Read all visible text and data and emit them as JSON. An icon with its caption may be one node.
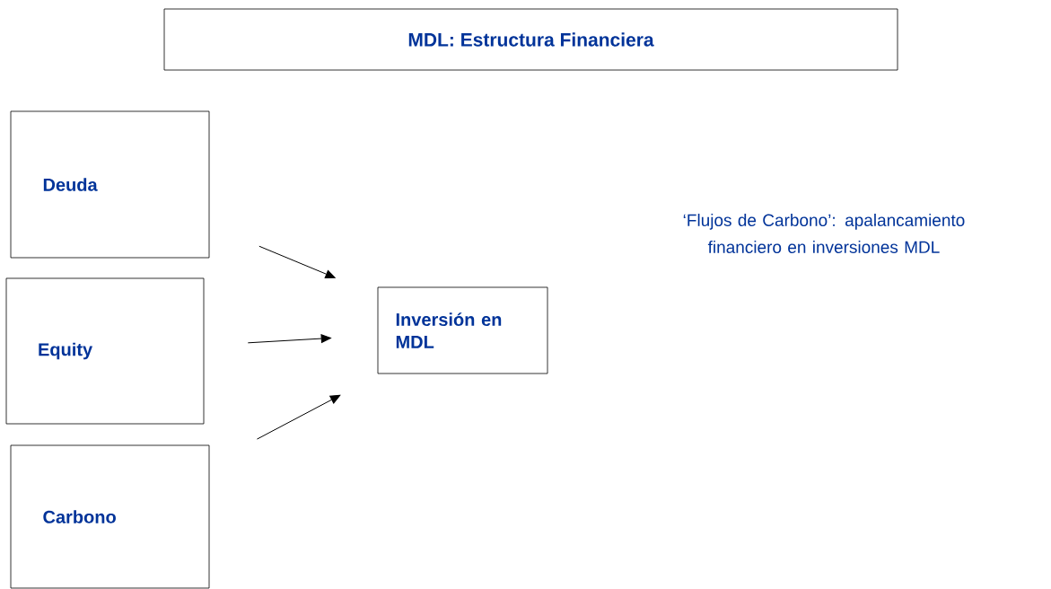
{
  "diagram": {
    "title": "MDL: Estructura Financiera",
    "nodes": [
      {
        "text": [
          "Deuda"
        ]
      },
      {
        "text": [
          "Equity"
        ]
      },
      {
        "text": [
          "Carbono"
        ]
      },
      {
        "text": [
          "Inversión en MDL"
        ]
      }
    ],
    "edges": [
      {
        "from": 0,
        "to": 3,
        "arrow": "to"
      },
      {
        "from": 1,
        "to": 3,
        "arrow": "to"
      },
      {
        "from": 2,
        "to": 3,
        "arrow": "to"
      }
    ],
    "labels": [
      "‘Flujos de Carbono’: apalancamiento financiero en inversiones MDL"
    ]
  }
}
